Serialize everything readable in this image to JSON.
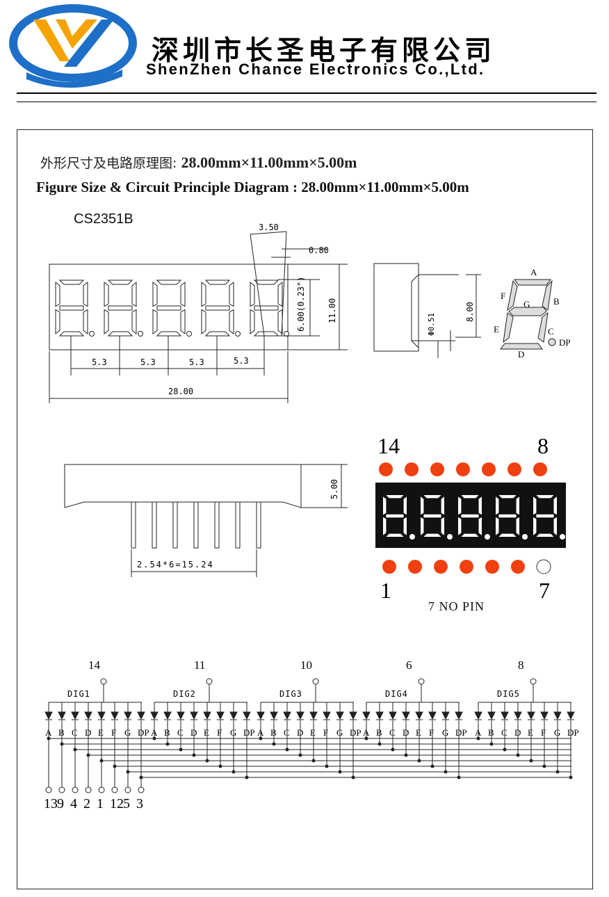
{
  "header": {
    "company_cn": "深圳市长圣电子有限公司",
    "company_en": "ShenZhen Chance Electronics Co.,Ltd."
  },
  "title": {
    "cn_prefix": "外形尺寸及电路原理图:",
    "dims": "28.00mm×11.00mm×5.00m",
    "en": "Figure Size & Circuit Principle Diagram : 28.00mm×11.00mm×5.00m"
  },
  "model": "CS2351B",
  "front_view": {
    "pitch": "5.3",
    "total_width": "28.00",
    "height": "11.00",
    "digit_height": "6.00(0.23\")",
    "top_offset": "3.50",
    "dp_size": "0.80"
  },
  "side_view": {
    "pin_dia": "Φ0.51",
    "height": "8.00"
  },
  "segments": [
    "A",
    "B",
    "C",
    "D",
    "E",
    "F",
    "G",
    "DP"
  ],
  "bottom_view": {
    "depth": "5.00",
    "pin_pitch": "2.54*6=15.24"
  },
  "pinout": {
    "top_left": "14",
    "top_right": "8",
    "bottom_left": "1",
    "bottom_right": "7",
    "note": "7 NO PIN",
    "colors": {
      "pin": "#f04010",
      "body": "#111111",
      "segment": "#ffffff"
    }
  },
  "schematic": {
    "digits": [
      {
        "label": "DIG1",
        "pin": "14"
      },
      {
        "label": "DIG2",
        "pin": "11"
      },
      {
        "label": "DIG3",
        "pin": "10"
      },
      {
        "label": "DIG4",
        "pin": "6"
      },
      {
        "label": "DIG5",
        "pin": "8"
      }
    ],
    "segment_pins": [
      "13",
      "9",
      "4",
      "2",
      "1",
      "12",
      "5",
      "3"
    ]
  }
}
